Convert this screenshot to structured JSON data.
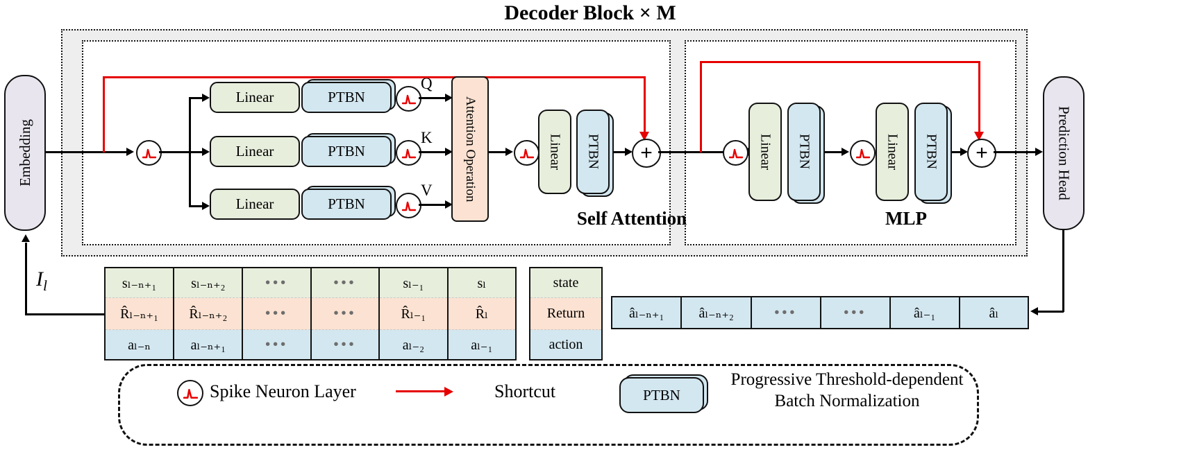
{
  "diagram": {
    "title": "Decoder Block × M",
    "blocks": {
      "embedding": "Embedding",
      "prediction_head": "Prediction Head",
      "attention_operation": "Attention Operation",
      "linear": "Linear",
      "ptbn": "PTBN",
      "self_attention_label": "Self Attention",
      "mlp_label": "MLP"
    },
    "qkv": {
      "q": "Q",
      "k": "K",
      "v": "V"
    },
    "plus_symbol": "+",
    "input_current_label": "I",
    "input_current_sub": "l"
  },
  "sequence_table": {
    "rows": [
      {
        "name": "state",
        "legend": "state",
        "cells": [
          "sₗ₋ₙ₊₁",
          "sₗ₋ₙ₊₂",
          "•••",
          "•••",
          "sₗ₋₁",
          "sₗ"
        ]
      },
      {
        "name": "return",
        "legend": "Return",
        "cells": [
          "R̂ₗ₋ₙ₊₁",
          "R̂ₗ₋ₙ₊₂",
          "•••",
          "•••",
          "R̂ₗ₋₁",
          "R̂ₗ"
        ]
      },
      {
        "name": "action",
        "legend": "action",
        "cells": [
          "aₗ₋ₙ",
          "aₗ₋ₙ₊₁",
          "•••",
          "•••",
          "aₗ₋₂",
          "aₗ₋₁"
        ]
      }
    ]
  },
  "output_sequence": {
    "cells": [
      "âₗ₋ₙ₊₁",
      "âₗ₋ₙ₊₂",
      "•••",
      "•••",
      "âₗ₋₁",
      "âₗ"
    ]
  },
  "legend": {
    "spike_neuron": "Spike Neuron Layer",
    "shortcut": "Shortcut",
    "ptbn_tag": "PTBN",
    "ptbn_line1": "Progressive Threshold-dependent",
    "ptbn_line2": "Batch Normalization"
  },
  "colors": {
    "linear_fill": "#e7eedc",
    "ptbn_fill": "#d3e7f0",
    "attention_fill": "#fbe2d2",
    "head_fill": "#e8e5ee",
    "shortcut": "#e60000",
    "outline": "#111111",
    "panel_fill": "#eeeeee"
  }
}
